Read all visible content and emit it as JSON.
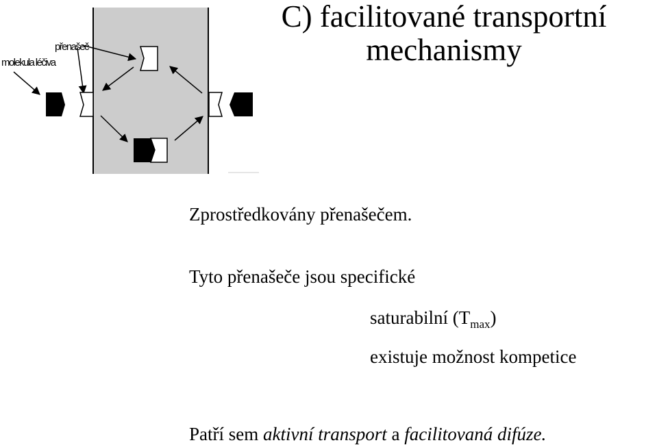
{
  "diagram": {
    "label_carrier": "přenašeč",
    "label_molecule": "molekula léčiva",
    "colors": {
      "membrane": "#cccccc",
      "ink": "#000000",
      "background": "#ffffff"
    }
  },
  "title": {
    "line1": "C) facilitované transportní",
    "line2": "mechanismy"
  },
  "body": {
    "line1": "Zprostředkovány přenašečem.",
    "line2": "Tyto přenašeče jsou specifické",
    "line3_main": "saturabilní (T",
    "line3_sub": "max",
    "line3_end": ")",
    "line4": "existuje možnost kompetice",
    "line5_a": "Patří sem ",
    "line5_b": "aktivní transport",
    "line5_c": " a ",
    "line5_d": "facilitovaná difúze."
  }
}
